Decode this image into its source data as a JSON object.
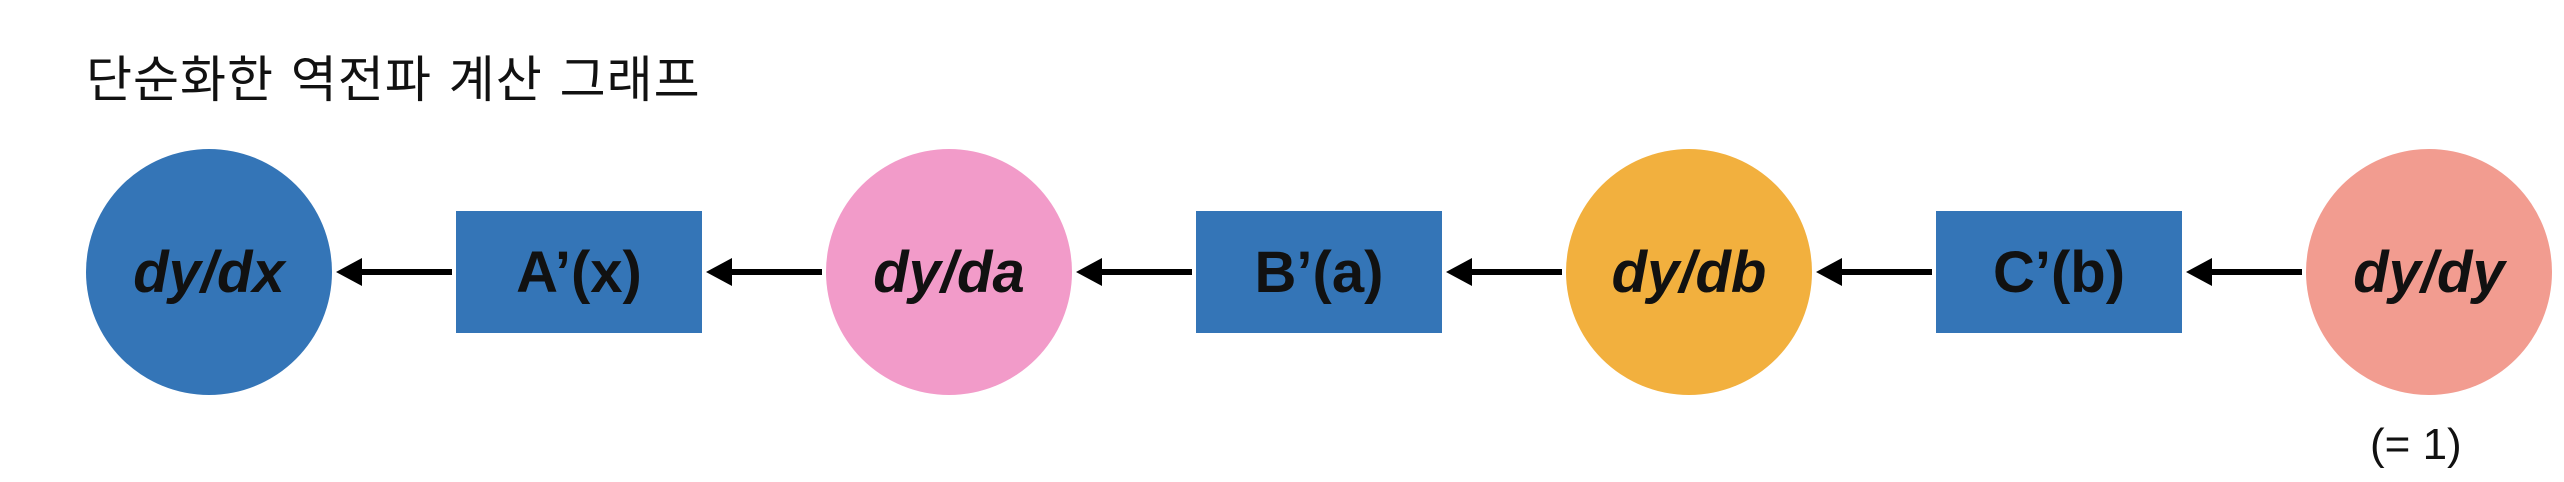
{
  "diagram": {
    "title": "단순화한 역전파 계산 그래프",
    "nodes": [
      {
        "id": "dydx",
        "shape": "circle",
        "label": "dy/dx",
        "color": "#3475b7"
      },
      {
        "id": "a_prime",
        "shape": "rect",
        "label": "A’(x)",
        "color": "#3475b7"
      },
      {
        "id": "dyda",
        "shape": "circle",
        "label": "dy/da",
        "color": "#f29bc9"
      },
      {
        "id": "b_prime",
        "shape": "rect",
        "label": "B’(a)",
        "color": "#3475b7"
      },
      {
        "id": "dydb",
        "shape": "circle",
        "label": "dy/db",
        "color": "#f2b03e"
      },
      {
        "id": "c_prime",
        "shape": "rect",
        "label": "C’(b)",
        "color": "#3475b7"
      },
      {
        "id": "dydy",
        "shape": "circle",
        "label": "dy/dy",
        "color": "#f29c90"
      }
    ],
    "edges": [
      {
        "from": "a_prime",
        "to": "dydx"
      },
      {
        "from": "dyda",
        "to": "a_prime"
      },
      {
        "from": "b_prime",
        "to": "dyda"
      },
      {
        "from": "dydb",
        "to": "b_prime"
      },
      {
        "from": "c_prime",
        "to": "dydb"
      },
      {
        "from": "dydy",
        "to": "c_prime"
      }
    ],
    "note": "(= 1)"
  }
}
